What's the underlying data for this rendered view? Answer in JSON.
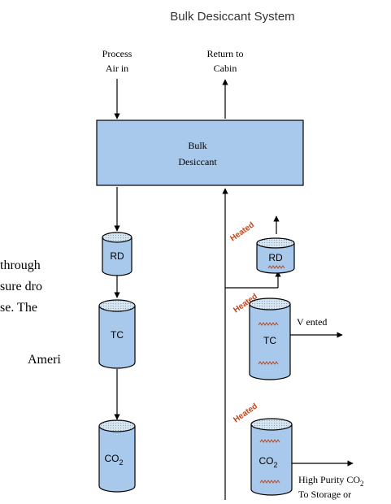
{
  "diagram": {
    "title": "Bulk Desiccant System",
    "process_air_in": [
      "Process",
      "Air in"
    ],
    "return_to_cabin": [
      "Return to",
      "Cabin"
    ],
    "bulk_desiccant": [
      "Bulk",
      "Desiccant"
    ],
    "left_column": [
      "RD",
      "TC",
      "CO"
    ],
    "right_column": [
      "RD",
      "TC",
      "CO"
    ],
    "co2_subscript": "2",
    "heated_label": "Heated",
    "vented_label": "V ented",
    "high_purity_label": "High Purity CO",
    "high_purity_subscript": "2",
    "to_storage_label": "To Storage or"
  },
  "background_text": {
    "line1": "through",
    "line2": "sure dro",
    "line3": "se.  The",
    "line4": "Ameri"
  },
  "colors": {
    "box_fill": "#a9c9ec",
    "cylinder_fill": "#a9c9ec",
    "cylinder_top": "#d7e6f1",
    "heated_text": "#c0451c",
    "coil": "#c0451c",
    "stroke": "#000000"
  }
}
